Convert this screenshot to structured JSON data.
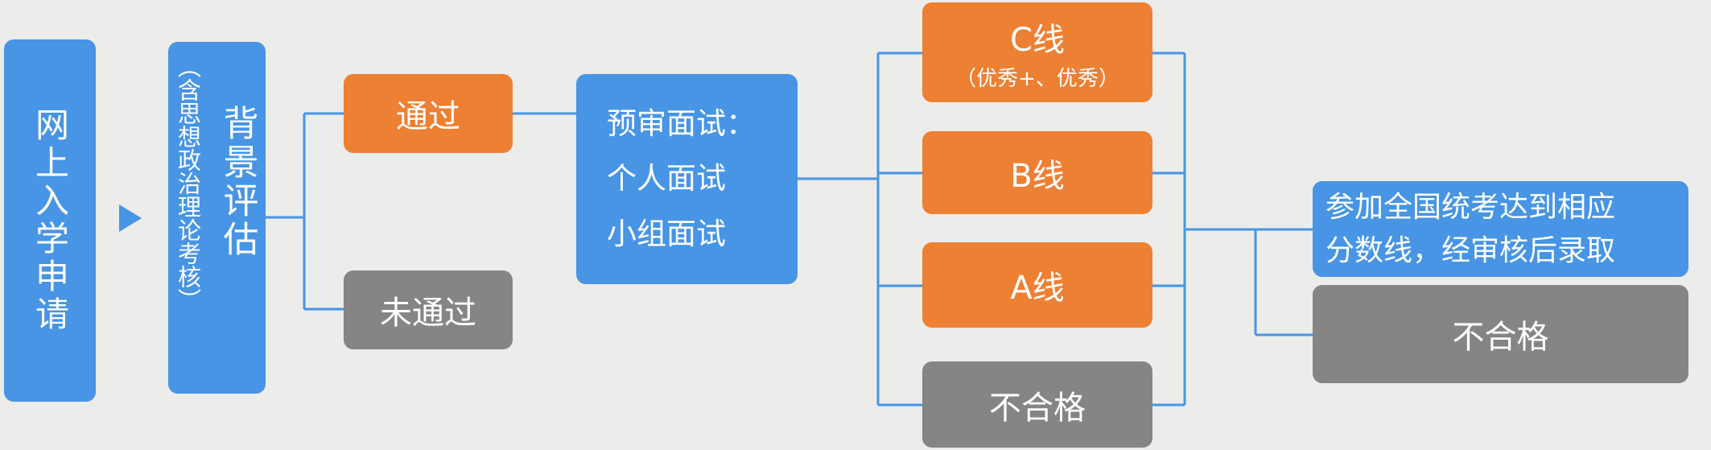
{
  "colors": {
    "background": "#ECECEA",
    "blue": "#4795E4",
    "orange": "#ED8033",
    "gray": "#858585",
    "connector": "#4795E4",
    "text": "#FFFFFF"
  },
  "flowchart": {
    "online_application": {
      "label": "网上入学申请"
    },
    "background_evaluation": {
      "label": "背景评估",
      "note": "（含思想政治理论考核）"
    },
    "pass": {
      "label": "通过"
    },
    "fail": {
      "label": "未通过"
    },
    "interview": {
      "line1": "预审面试：",
      "line2": "个人面试",
      "line3": "小组面试"
    },
    "line_c": {
      "label": "C线",
      "sub": "（优秀+、优秀）"
    },
    "line_b": {
      "label": "B线"
    },
    "line_a": {
      "label": "A线"
    },
    "unqualified_first": {
      "label": "不合格"
    },
    "admission": {
      "line1": "参加全国统考达到相应",
      "line2": "分数线，经审核后录取"
    },
    "unqualified_final": {
      "label": "不合格"
    }
  }
}
